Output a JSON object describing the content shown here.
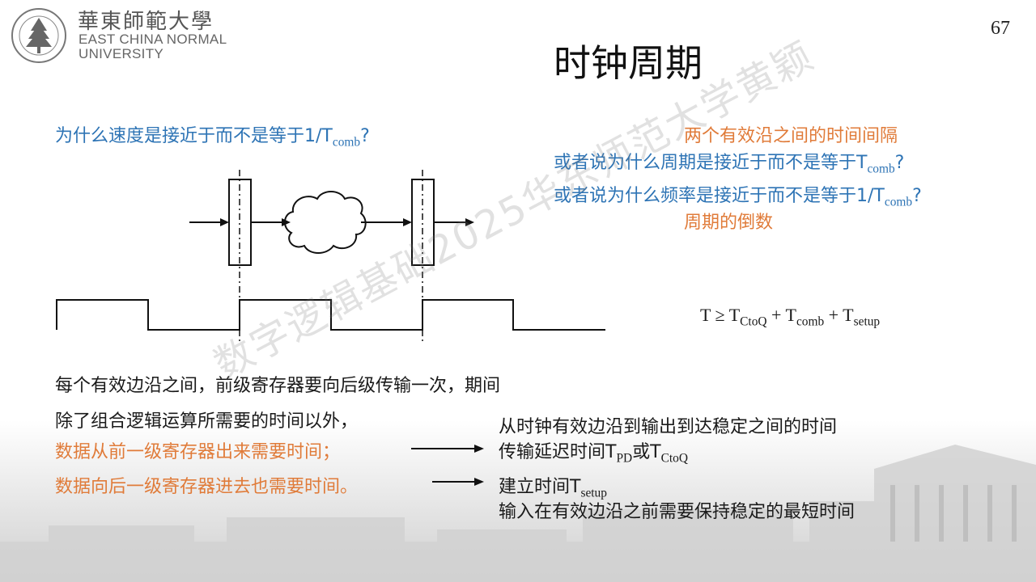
{
  "header": {
    "logo_cn": "華東師範大學",
    "logo_en_line1": "EAST CHINA NORMAL",
    "logo_en_line2": "UNIVERSITY",
    "page_number": "67"
  },
  "title": "时钟周期",
  "question_left": {
    "text": "为什么速度是接近于而不是等于1/T",
    "sub": "comb",
    "suffix": "?"
  },
  "right_block": {
    "note_top": "两个有效沿之间的时间间隔",
    "q1_text": "或者说为什么周期是接近于而不是等于T",
    "q1_sub": "comb",
    "q1_suffix": "?",
    "q2_text": "或者说为什么频率是接近于而不是等于1/T",
    "q2_sub": "comb",
    "q2_suffix": "?",
    "note_bottom": "周期的倒数"
  },
  "formula": {
    "lhs": "T ≥ T",
    "s1": "CtoQ",
    "plus1": " + T",
    "s2": "comb",
    "plus2": " + T",
    "s3": "setup"
  },
  "bottom": {
    "line1": "每个有效边沿之间，前级寄存器要向后级传输一次，期间",
    "line2": "除了组合逻辑运算所需要的时间以外，",
    "line3": "数据从前一级寄存器出来需要时间；",
    "line4": "数据向后一级寄存器进去也需要时间。",
    "r1": "从时钟有效边沿到输出到达稳定之间的时间",
    "r2_text": "传输延迟时间T",
    "r2_sub1": "PD",
    "r2_or": "或T",
    "r2_sub2": "CtoQ",
    "r3_text": "建立时间T",
    "r3_sub": "setup",
    "r4": "输入在有效边沿之前需要保持稳定的最短时间"
  },
  "watermark": "数字逻辑基础2025华东师范大学黄颖",
  "colors": {
    "blue": "#2e74b5",
    "orange": "#e07b39",
    "text": "#1a1a1a"
  }
}
